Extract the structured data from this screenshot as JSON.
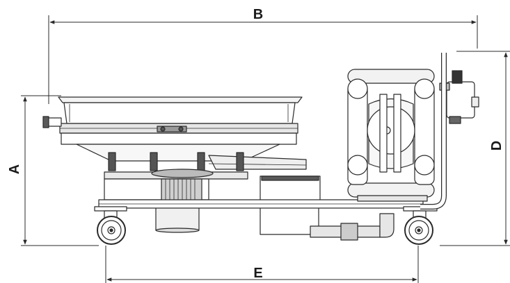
{
  "dimensions": {
    "a": "A",
    "b": "B",
    "d": "D",
    "e": "E"
  },
  "colors": {
    "line": "#2a2a2a",
    "fill_light": "#efefef",
    "fill_mid": "#d4d4d4",
    "fill_dark": "#7a7a7a",
    "background": "#ffffff"
  }
}
